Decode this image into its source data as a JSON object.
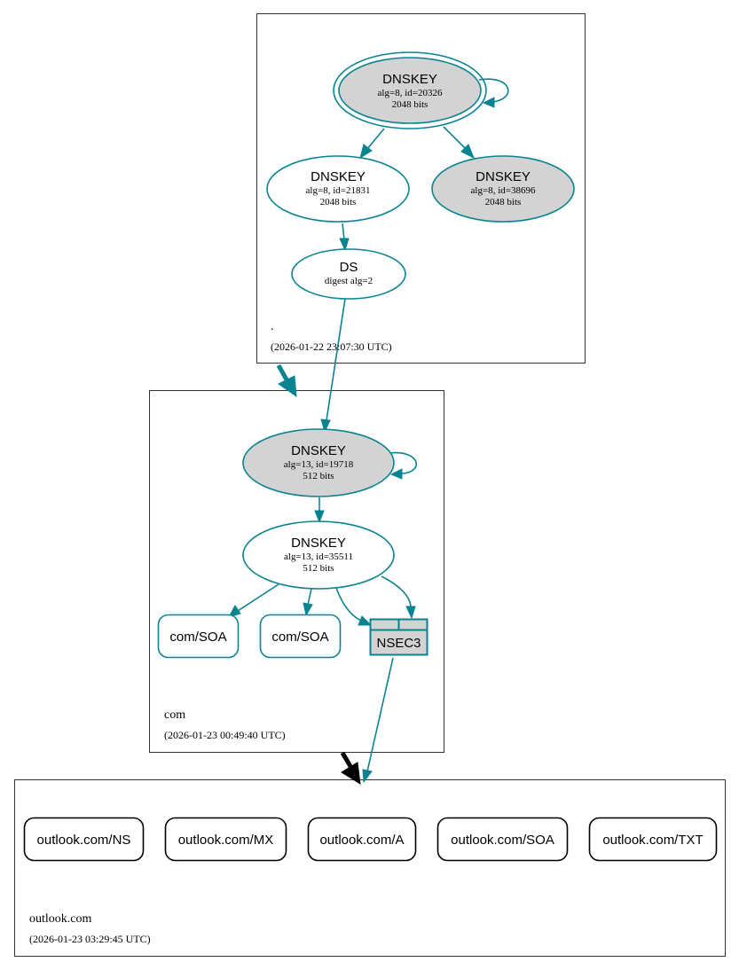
{
  "zones": {
    "root": {
      "name": ".",
      "timestamp": "(2026-01-22 23:07:30 UTC)"
    },
    "com": {
      "name": "com",
      "timestamp": "(2026-01-23 00:49:40 UTC)"
    },
    "outlook": {
      "name": "outlook.com",
      "timestamp": "(2026-01-23 03:29:45 UTC)"
    }
  },
  "root_nodes": {
    "ksk": {
      "title": "DNSKEY",
      "line1": "alg=8, id=20326",
      "line2": "2048 bits"
    },
    "zsk": {
      "title": "DNSKEY",
      "line1": "alg=8, id=21831",
      "line2": "2048 bits"
    },
    "standby": {
      "title": "DNSKEY",
      "line1": "alg=8, id=38696",
      "line2": "2048 bits"
    },
    "ds": {
      "title": "DS",
      "line1": "digest alg=2"
    }
  },
  "com_nodes": {
    "ksk": {
      "title": "DNSKEY",
      "line1": "alg=13, id=19718",
      "line2": "512 bits"
    },
    "zsk": {
      "title": "DNSKEY",
      "line1": "alg=13, id=35511",
      "line2": "512 bits"
    },
    "soa1": {
      "label": "com/SOA"
    },
    "soa2": {
      "label": "com/SOA"
    },
    "nsec3": {
      "label": "NSEC3"
    }
  },
  "outlook_records": [
    "outlook.com/NS",
    "outlook.com/MX",
    "outlook.com/A",
    "outlook.com/SOA",
    "outlook.com/TXT"
  ],
  "colors": {
    "edge": "#0a8391",
    "fill_gray": "#d3d3d3",
    "delegation_insecure": "#000000"
  }
}
